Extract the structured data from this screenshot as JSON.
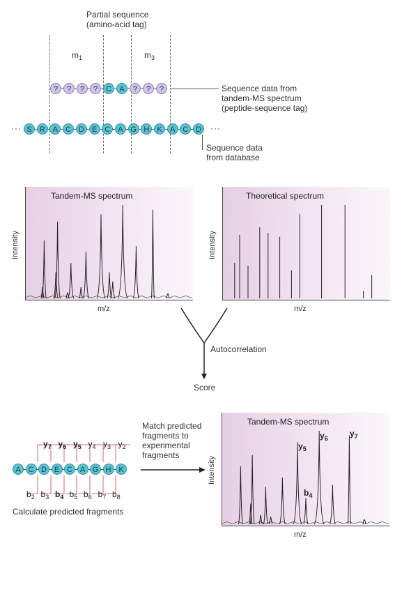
{
  "partial": {
    "title_line1": "Partial sequence",
    "title_line2": "(amino-acid tag)",
    "m1": "m",
    "m1_sub": "1",
    "m3": "m",
    "m3_sub": "3",
    "tag_beads": [
      "?",
      "?",
      "?",
      "?",
      "C",
      "A",
      "?",
      "?",
      "?"
    ],
    "tag_note_line1": "Sequence data from",
    "tag_note_line2": "tandem-MS spectrum",
    "tag_note_line3": "(peptide-sequence tag)",
    "db_beads": [
      "S",
      "R",
      "A",
      "C",
      "D",
      "E",
      "C",
      "A",
      "G",
      "H",
      "K",
      "A",
      "C",
      "D"
    ],
    "db_ellipsis_left": "···",
    "db_ellipsis_right": "···",
    "db_note_line1": "Sequence data",
    "db_note_line2": "from database"
  },
  "spectra": {
    "left_title": "Tandem-MS spectrum",
    "right_title": "Theoretical spectrum",
    "ylabel": "Intensity",
    "xlabel": "m/z"
  },
  "flow": {
    "autocorrelation": "Autocorrelation",
    "score": "Score"
  },
  "bottom": {
    "peptide_beads": [
      "A",
      "C",
      "D",
      "E",
      "C",
      "A",
      "G",
      "H",
      "K"
    ],
    "y_ions": [
      {
        "t": "y",
        "s": "7",
        "bold": true
      },
      {
        "t": "y",
        "s": "6",
        "bold": true
      },
      {
        "t": "y",
        "s": "5",
        "bold": true
      },
      {
        "t": "y",
        "s": "4",
        "bold": false
      },
      {
        "t": "y",
        "s": "3",
        "bold": false
      },
      {
        "t": "y",
        "s": "2",
        "bold": false
      }
    ],
    "b_ions": [
      {
        "t": "b",
        "s": "2",
        "bold": false
      },
      {
        "t": "b",
        "s": "3",
        "bold": false
      },
      {
        "t": "b",
        "s": "4",
        "bold": true
      },
      {
        "t": "b",
        "s": "5",
        "bold": false
      },
      {
        "t": "b",
        "s": "6",
        "bold": false
      },
      {
        "t": "b",
        "s": "7",
        "bold": false
      },
      {
        "t": "b",
        "s": "8",
        "bold": false
      }
    ],
    "calc_label": "Calculate predicted fragments",
    "match_line1": "Match predicted",
    "match_line2": "fragments to",
    "match_line3": "experimental",
    "match_line4": "fragments",
    "spectrum_title": "Tandem-MS spectrum",
    "peak_labels": [
      {
        "t": "y",
        "s": "5"
      },
      {
        "t": "y",
        "s": "6"
      },
      {
        "t": "y",
        "s": "7"
      },
      {
        "t": "b",
        "s": "4"
      }
    ],
    "ylabel": "Intensity",
    "xlabel": "m/z"
  },
  "colors": {
    "bead_teal": "#5cc3d4",
    "bead_lavender": "#cfc3e8",
    "spectrum_bg": "#e6cfe4",
    "fragment_bracket": "#d04040"
  }
}
